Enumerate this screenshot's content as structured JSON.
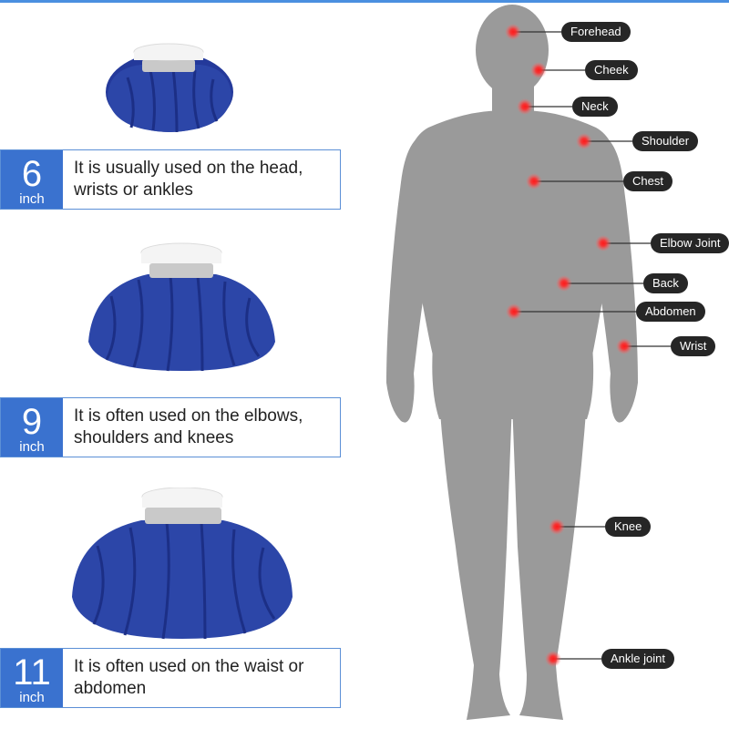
{
  "sizes": [
    {
      "num": "6",
      "unit": "inch",
      "line1": "It is usually used on the head,",
      "line2": "wrists or ankles"
    },
    {
      "num": "9",
      "unit": "inch",
      "line1": "It is often used on the elbows,",
      "line2": "shoulders and knees"
    },
    {
      "num": "11",
      "unit": "inch",
      "line1": "It is often used on the waist or",
      "line2": "abdomen"
    }
  ],
  "body_points": [
    "Forehead",
    "Cheek",
    "Neck",
    "Shoulder",
    "Chest",
    "Elbow Joint",
    "Back",
    "Abdomen",
    "Wrist",
    "Knee",
    "Ankle joint"
  ],
  "colors": {
    "bag_fabric": "#2c46a8",
    "badge": "#3a72cf",
    "card_border": "#5b8fd6",
    "silhouette": "#9a9a9a",
    "label_bg": "#262626",
    "point": "#e8202a"
  }
}
